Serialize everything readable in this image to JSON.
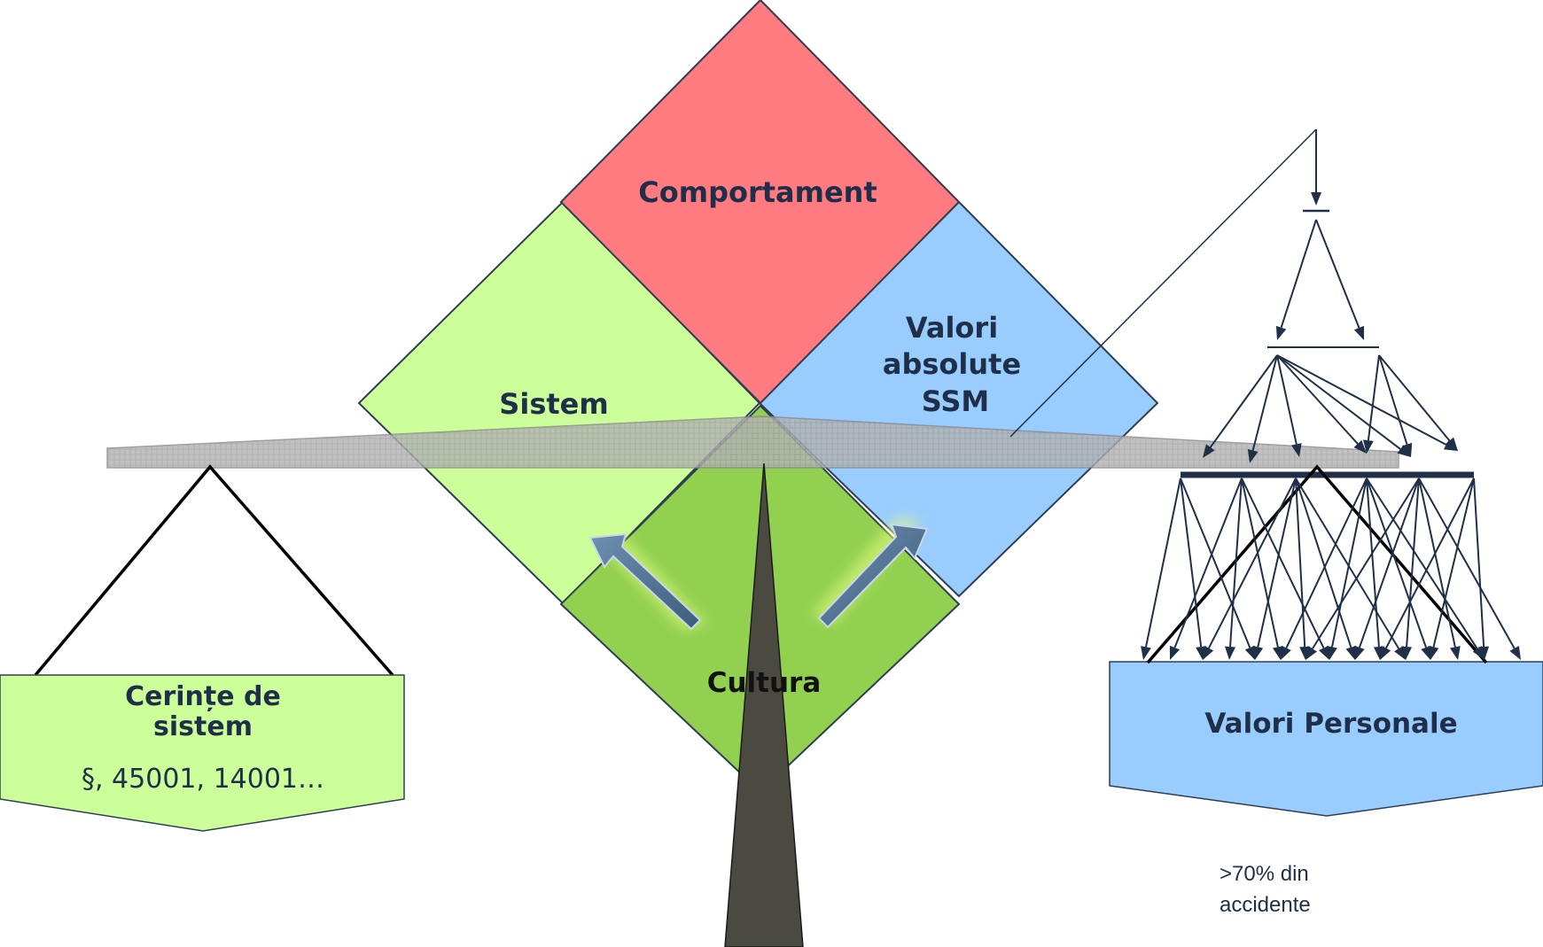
{
  "diamonds": {
    "top": "Comportament",
    "left": "Sistem",
    "right": [
      "Valori",
      "absolute",
      "SSM"
    ],
    "bottom": "Cultura"
  },
  "left_box": {
    "title": [
      "Cerințe de",
      "sistem"
    ],
    "subtitle": "§, 45001, 14001…"
  },
  "right_box": {
    "title": "Valori Personale"
  },
  "note": [
    ">70% din",
    "accidente"
  ],
  "colors": {
    "top": "#ff7b7f",
    "left": "#ccff99",
    "right": "#99ccff",
    "bottom": "#92d050",
    "pillar": "#4b4a40",
    "beam": "#b0b0b0",
    "arrows": "#1f3048"
  }
}
